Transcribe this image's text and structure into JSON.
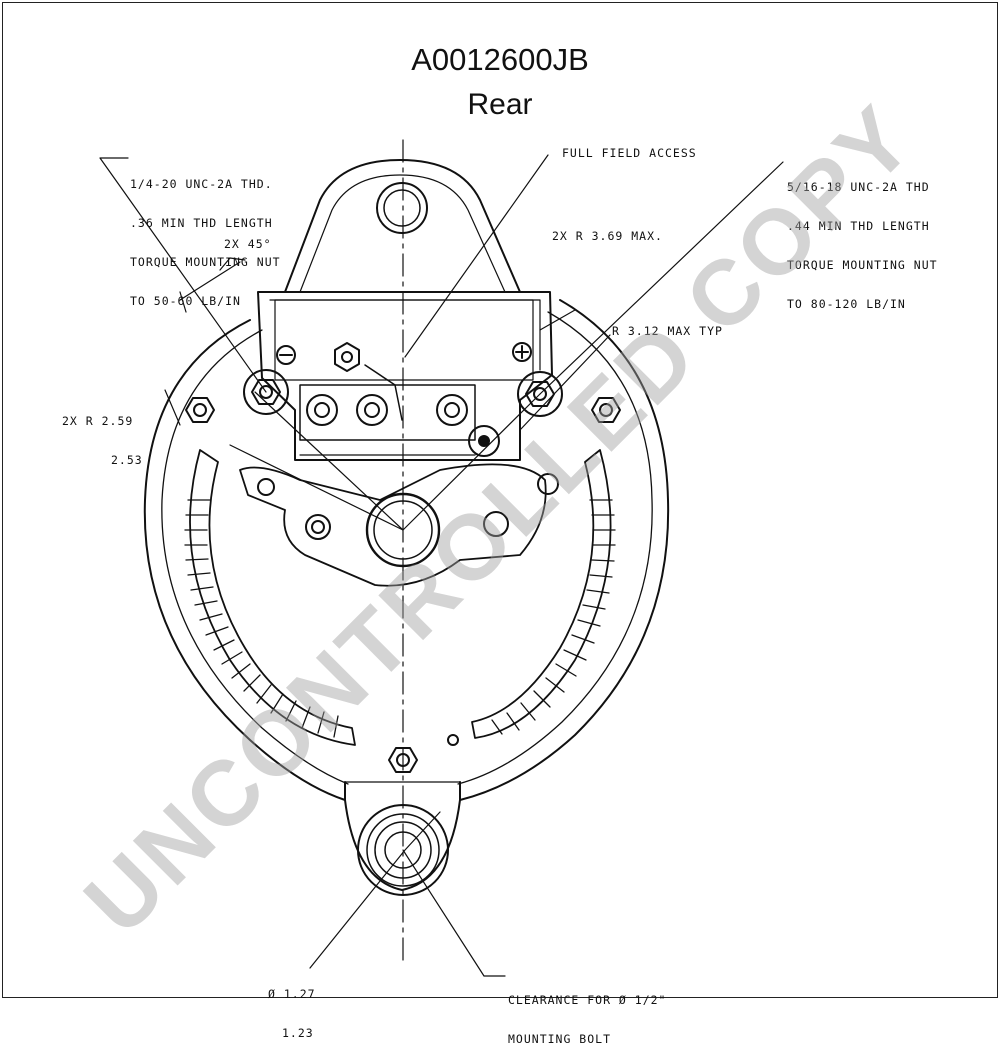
{
  "title": {
    "part_number": "A0012600JB",
    "view": "Rear"
  },
  "callouts": {
    "thread_small": [
      "1/4-20 UNC-2A THD.",
      ".36 MIN THD LENGTH",
      "TORQUE MOUNTING NUT",
      "TO 50-60 LB/IN"
    ],
    "full_field": "FULL FIELD ACCESS",
    "thread_large": [
      "5/16-18 UNC-2A THD",
      ".44 MIN THD LENGTH",
      "TORQUE MOUNTING NUT",
      "TO 80-120 LB/IN"
    ],
    "angle": "2X 45°",
    "radius_max": "2X R 3.69 MAX.",
    "radius_typ": "R 3.12 MAX TYP",
    "radius_slot": [
      "2X R 2.59",
      "2.53"
    ],
    "diameter": [
      "Ø 1.27",
      "1.23"
    ],
    "clearance": [
      "CLEARANCE FOR Ø 1/2\"",
      "MOUNTING BOLT"
    ]
  },
  "watermark": "UNCONTROLLED COPY",
  "colors": {
    "line": "#111111",
    "watermark": "#a0a0a0"
  }
}
